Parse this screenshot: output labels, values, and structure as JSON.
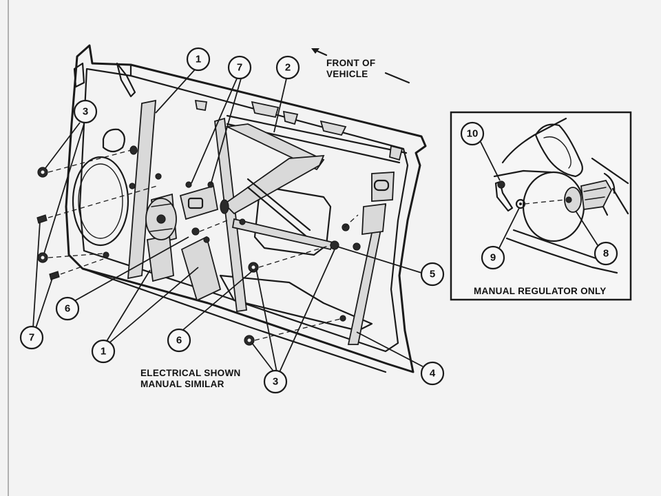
{
  "front_label": {
    "line1": "FRONT OF",
    "line2": "VEHICLE"
  },
  "caption": {
    "line1": "ELECTRICAL SHOWN",
    "line2": "MANUAL SIMILAR"
  },
  "inset": {
    "title": "MANUAL REGULATOR ONLY",
    "callouts": [
      "10",
      "9",
      "8"
    ]
  },
  "callouts": {
    "c1_top": "1",
    "c7_top": "7",
    "c2_top": "2",
    "c3_left": "3",
    "c5_right": "5",
    "c6_left": "6",
    "c7_left": "7",
    "c1_bottom": "1",
    "c6_mid": "6",
    "c3_bottom": "3",
    "c4_right": "4"
  }
}
